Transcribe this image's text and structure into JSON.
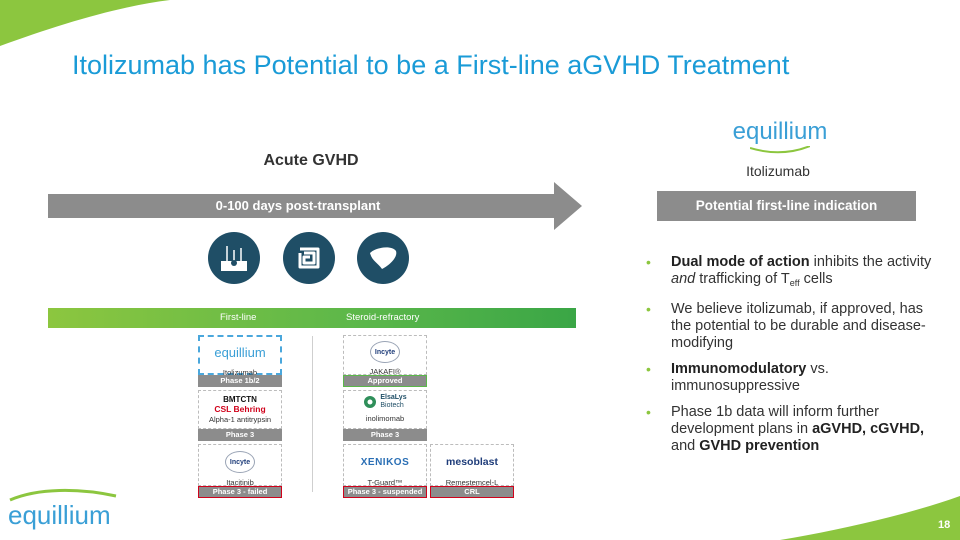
{
  "title": "Itolizumab has Potential to be a First-line aGVHD Treatment",
  "left_panel": {
    "heading": "Acute GVHD",
    "arrow_label": "0-100 days post-transplant",
    "icons": [
      "skin-icon",
      "intestine-icon",
      "liver-icon"
    ],
    "bar": {
      "first_line": "First-line",
      "steroid_refractory": "Steroid-refractory"
    }
  },
  "cards": {
    "itolizumab": {
      "logo": "equillium",
      "name": "Itolizumab",
      "phase": "Phase 1b/2"
    },
    "alpha1": {
      "logo_top": "BMTCTN",
      "logo_bottom": "CSL Behring",
      "name": "Alpha-1 antitrypsin",
      "phase": "Phase 3"
    },
    "itacitinib": {
      "logo": "Incyte",
      "name": "Itacitinib",
      "phase": "Phase 3 - failed"
    },
    "jakafi": {
      "logo": "Incyte",
      "name": "JAKAFI®",
      "phase": "Approved"
    },
    "inolimomab": {
      "logo_top": "ElsaLys",
      "logo_bottom": "Biotech",
      "name": "inolimomab",
      "phase": "Phase 3"
    },
    "tguard": {
      "logo": "XENIKOS",
      "name": "T-Guard™",
      "phase": "Phase 3 - suspended"
    },
    "remestemcel": {
      "logo": "mesoblast",
      "name": "Remestemcel-L",
      "phase": "CRL"
    }
  },
  "right_panel": {
    "logo": "equillium",
    "drug": "Itolizumab",
    "indication": "Potential first-line indication",
    "bullets": {
      "b1": {
        "bold": "Dual mode of action",
        "t1": " inhibits the activity ",
        "italic": "and",
        "t2": " trafficking of T",
        "sub": "eff",
        "t3": " cells"
      },
      "b2": {
        "text": "We believe itolizumab, if approved, has the potential to be durable and disease-modifying"
      },
      "b3": {
        "bold": "Immunomodulatory",
        "text": " vs. immunosuppressive"
      },
      "b4": {
        "text": "Phase 1b data will inform further development plans in ",
        "bold1": "aGVHD, cGVHD,",
        "text2": " and ",
        "bold2": "GVHD prevention"
      }
    }
  },
  "footer_logo": "equillium",
  "page_number": "18",
  "colors": {
    "title_blue": "#1a9bd7",
    "green": "#8cc63f",
    "gray": "#8c8c8c",
    "navy_icon": "#1f4e66",
    "red": "#d0021b"
  }
}
